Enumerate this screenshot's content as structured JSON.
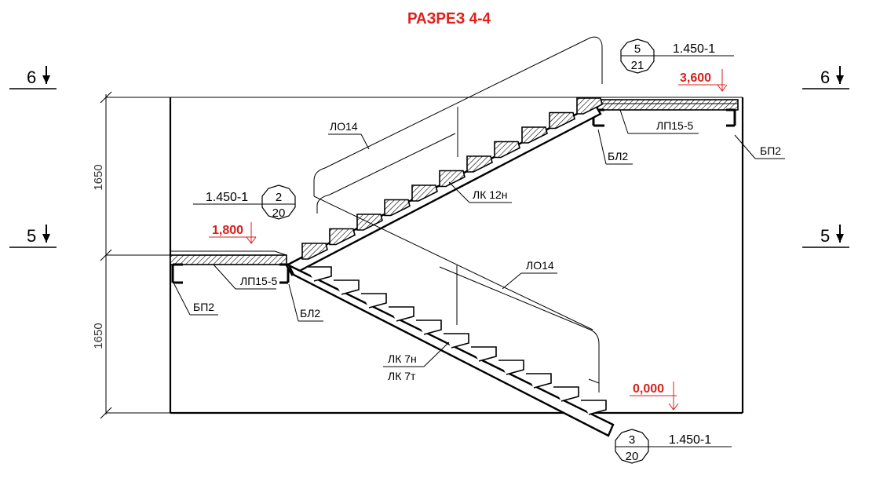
{
  "title": "РАЗРЕЗ 4-4",
  "colors": {
    "title": "#e0201c",
    "elevation": "#d8201c",
    "line": "#000000",
    "dim": "#333333"
  },
  "levels": {
    "left_top": "6",
    "left_mid": "5",
    "right_top": "6",
    "right_mid": "5"
  },
  "dimensions": {
    "upper": "1650",
    "lower": "1650"
  },
  "elevations": {
    "top": "3,600",
    "mid": "1,800",
    "bottom": "0,000"
  },
  "callouts": {
    "c1": {
      "num": "5",
      "sheet": "21",
      "ref": "1.450-1"
    },
    "c2": {
      "num": "2",
      "sheet": "20",
      "ref": "1.450-1"
    },
    "c3": {
      "num": "3",
      "sheet": "20",
      "ref": "1.450-1"
    }
  },
  "labels": {
    "railing_upper": "ЛО14",
    "railing_lower": "ЛО14",
    "landing_top": "ЛП15-5",
    "landing_mid": "ЛП15-5",
    "beam_top_right": "БП2",
    "beam_top_left": "БЛ2",
    "beam_mid_left": "БП2",
    "beam_mid_right": "БЛ2",
    "flight_upper": "ЛК 12н",
    "flight_lower_1": "ЛК 7н",
    "flight_lower_2": "ЛК 7т"
  }
}
